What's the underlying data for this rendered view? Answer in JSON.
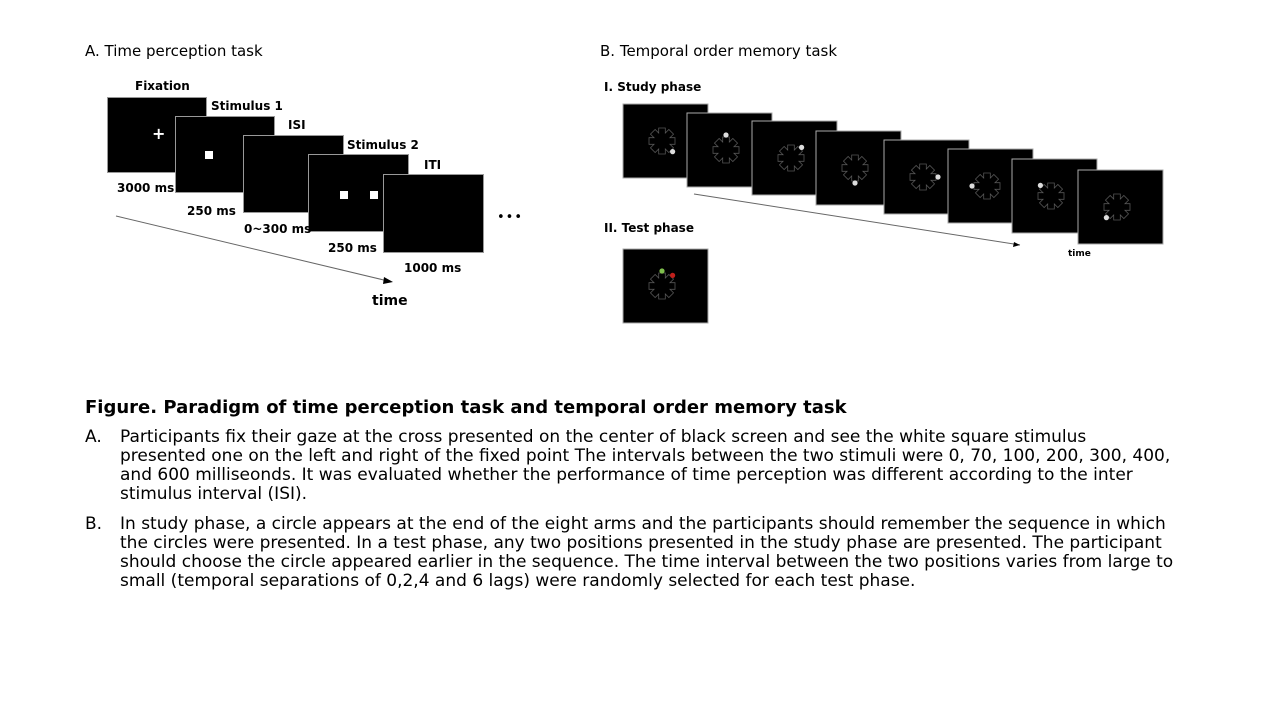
{
  "panel_a": {
    "title": "A. Time perception task",
    "steps": [
      {
        "label": "Fixation",
        "duration": "3000 ms"
      },
      {
        "label": "Stimulus 1",
        "duration": "250 ms"
      },
      {
        "label": "ISI",
        "duration": "0~300 ms"
      },
      {
        "label": "Stimulus 2",
        "duration": "250 ms"
      },
      {
        "label": "ITI",
        "duration": "1000 ms"
      }
    ],
    "ellipsis": "•••",
    "axis_label": "time"
  },
  "panel_b": {
    "title": "B. Temporal order memory task",
    "study_label": "I. Study phase",
    "test_label": "II. Test phase",
    "axis_label": "time",
    "study_circle_positions": [
      "SE",
      "N",
      "NE",
      "S",
      "E",
      "W",
      "NW",
      "SW"
    ],
    "test_circles": [
      {
        "position": "N",
        "color": "#7fbf4d"
      },
      {
        "position": "NE",
        "color": "#c0201c"
      }
    ]
  },
  "caption": {
    "title": "Figure. Paradigm of time perception task and temporal order memory task",
    "items": [
      {
        "marker": "A.",
        "text": "Participants fix their gaze at the cross presented on the center of black screen and see the white square stimulus presented one on the left and right of the fixed point The intervals between the two stimuli were 0, 70, 100, 200, 300, 400, and 600 milliseonds. It was evaluated whether the performance of time perception was different according to the inter stimulus interval (ISI)."
      },
      {
        "marker": "B.",
        "text": "In study phase, a circle appears at the end of the eight arms and the participants should remember the sequence in which the circles were presented. In a test phase, any two positions presented in the study phase are presented. The participant should choose the circle appeared earlier in the sequence. The time interval between the two positions varies from large to small (temporal separations of 0,2,4 and 6 lags) were randomly selected for each test phase."
      }
    ]
  }
}
